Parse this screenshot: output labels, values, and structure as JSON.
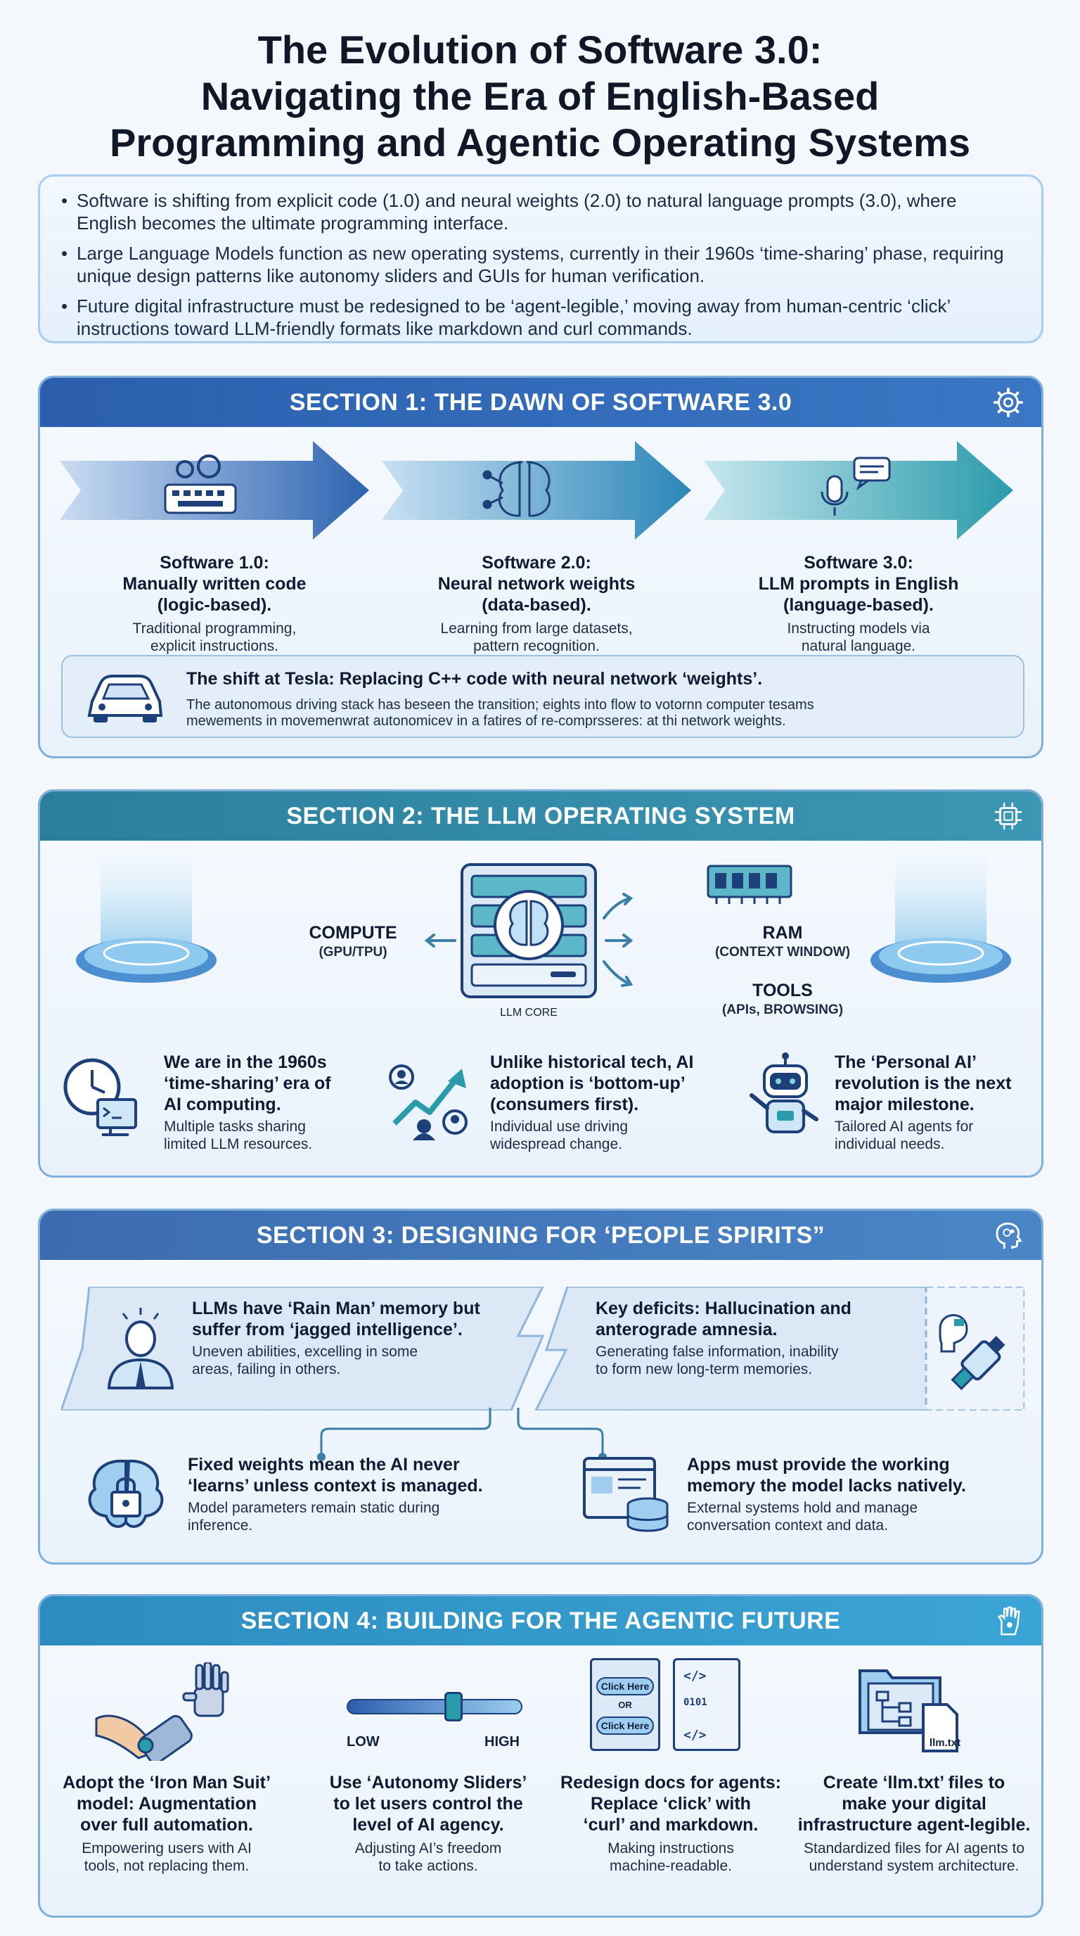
{
  "title": {
    "line1": "The Evolution of Software 3.0:",
    "line2": "Navigating the Era of English-Based",
    "line3": "Programming and Agentic Operating Systems"
  },
  "summary": [
    "Software is shifting from explicit code (1.0) and neural weights (2.0) to natural language prompts (3.0), where English becomes the ultimate programming interface.",
    "Large Language Models function as new operating systems, currently in their 1960s ‘time-sharing’ phase, requiring unique design patterns like autonomy sliders and GUIs for human verification.",
    "Future digital infrastructure must be redesigned to be ‘agent-legible,’ moving away from human-centric ‘click’ instructions toward LLM-friendly formats like markdown and curl commands."
  ],
  "section1": {
    "title": "SECTION 1: THE DAWN OF SOFTWARE 3.0",
    "items": [
      {
        "head1": "Software 1.0:",
        "head2": "Manually written code",
        "head3": "(logic-based).",
        "desc1": "Traditional programming,",
        "desc2": "explicit instructions."
      },
      {
        "head1": "Software 2.0:",
        "head2": "Neural network weights",
        "head3": "(data-based).",
        "desc1": "Learning from large datasets,",
        "desc2": "pattern recognition."
      },
      {
        "head1": "Software 3.0:",
        "head2": "LLM prompts in English",
        "head3": "(language-based).",
        "desc1": "Instructing models via",
        "desc2": "natural language."
      }
    ],
    "tesla": {
      "heading": "The shift at Tesla: Replacing C++ code with neural network ‘weights’.",
      "line1": "The autonomous driving stack has beseen the transition; eights into flow to votornn computer tesams",
      "line2": "mewements in movemenwrat autonomicev in a fatires of re-comprsseres: at thi network weights."
    }
  },
  "section2": {
    "title": "SECTION 2: THE LLM OPERATING SYSTEM",
    "core": "LLM CORE",
    "compute": "COMPUTE",
    "compute_sub": "(GPU/TPU)",
    "ram": "RAM",
    "ram_sub": "(CONTEXT WINDOW)",
    "tools": "TOOLS",
    "tools_sub": "(APIs, BROWSING)",
    "points": [
      {
        "h1": "We are in the 1960s",
        "h2": "‘time-sharing’ era of",
        "h3": "AI computing.",
        "d1": "Multiple tasks sharing",
        "d2": "limited LLM resources."
      },
      {
        "h1": "Unlike historical tech, AI",
        "h2": "adoption is ‘bottom-up’",
        "h3": "(consumers first).",
        "d1": "Individual use driving",
        "d2": "widespread change."
      },
      {
        "h1": "The ‘Personal AI’",
        "h2": "revolution is the next",
        "h3": "major milestone.",
        "d1": "Tailored AI agents for",
        "d2": "individual needs."
      }
    ]
  },
  "section3": {
    "title": "SECTION 3: DESIGNING FOR ‘PEOPLE SPIRITS”",
    "left": {
      "h1": "LLMs have ‘Rain Man’ memory but",
      "h2": "suffer from ‘jagged intelligence’.",
      "d1": "Uneven abilities, excelling in some",
      "d2": "areas, failing in others."
    },
    "right": {
      "h1": "Key deficits: Hallucination and",
      "h2": "anterograde amnesia.",
      "d1": "Generating false information, inability",
      "d2": "to form new long-term memories."
    },
    "bottom_left": {
      "h1": "Fixed weights mean the AI never",
      "h2": "‘learns’ unless context is managed.",
      "d1": "Model parameters remain static during",
      "d2": "inference."
    },
    "bottom_right": {
      "h1": "Apps must provide the working",
      "h2": "memory the model lacks natively.",
      "d1": "External systems hold and manage",
      "d2": "conversation context and data."
    }
  },
  "section4": {
    "title": "SECTION 4: BUILDING FOR THE AGENTIC FUTURE",
    "slider_low": "LOW",
    "slider_high": "HIGH",
    "slider_level": 0.62,
    "doc_btn1": "Click Here",
    "doc_or": "OR",
    "doc_btn2": "Click Here",
    "doc_code1": "</>",
    "doc_code2": "0101",
    "doc_code3": "</>",
    "file_label": "llm.txt",
    "items": [
      {
        "h1": "Adopt the ‘Iron Man Suit’",
        "h2": "model: Augmentation",
        "h3": "over full automation.",
        "d1": "Empowering users with AI",
        "d2": "tools, not replacing them."
      },
      {
        "h1": "Use ‘Autonomy Sliders’",
        "h2": "to let users control the",
        "h3": "level of AI agency.",
        "d1": "Adjusting AI’s freedom",
        "d2": "to take actions."
      },
      {
        "h1": "Redesign docs for agents:",
        "h2": "Replace ‘click’ with",
        "h3": "‘curl’ and markdown.",
        "d1": "Making instructions",
        "d2": "machine-readable."
      },
      {
        "h1": "Create ‘llm.txt’ files to",
        "h2": "make your digital",
        "h3": "infrastructure agent-legible.",
        "d1": "Standardized files for AI agents to",
        "d2": "understand system architecture."
      }
    ]
  }
}
